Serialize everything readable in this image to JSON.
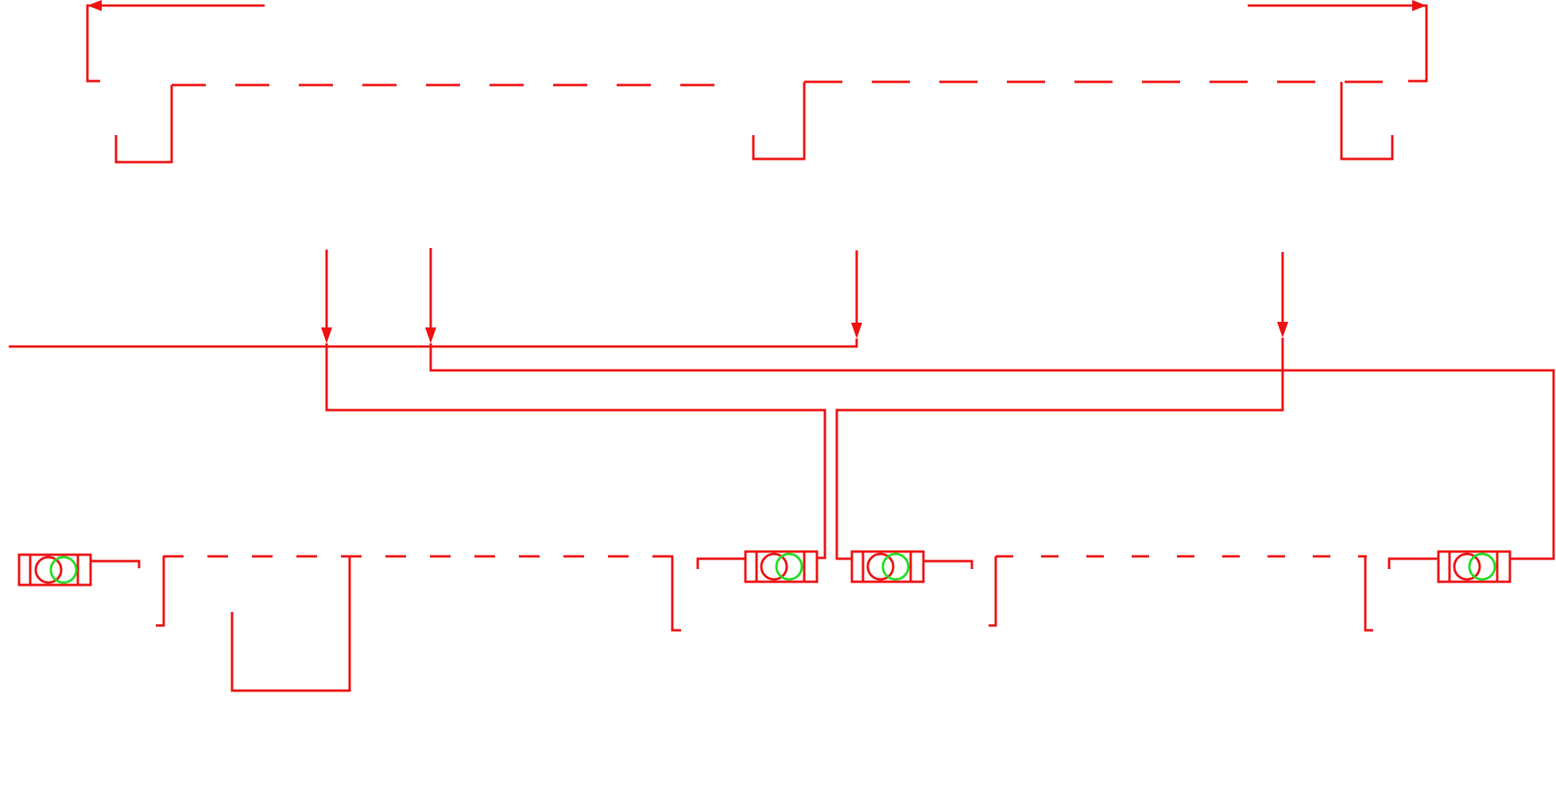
{
  "diagram": {
    "colors": {
      "line": "#ee1111",
      "ring_primary": "#ee1111",
      "ring_secondary": "#22dd22",
      "background": "#ffffff"
    },
    "components": [
      {
        "kind": "connector-ring-pair",
        "count": 4
      },
      {
        "kind": "arrow",
        "count": 6
      },
      {
        "kind": "dashed-bus",
        "count": 4
      }
    ]
  }
}
